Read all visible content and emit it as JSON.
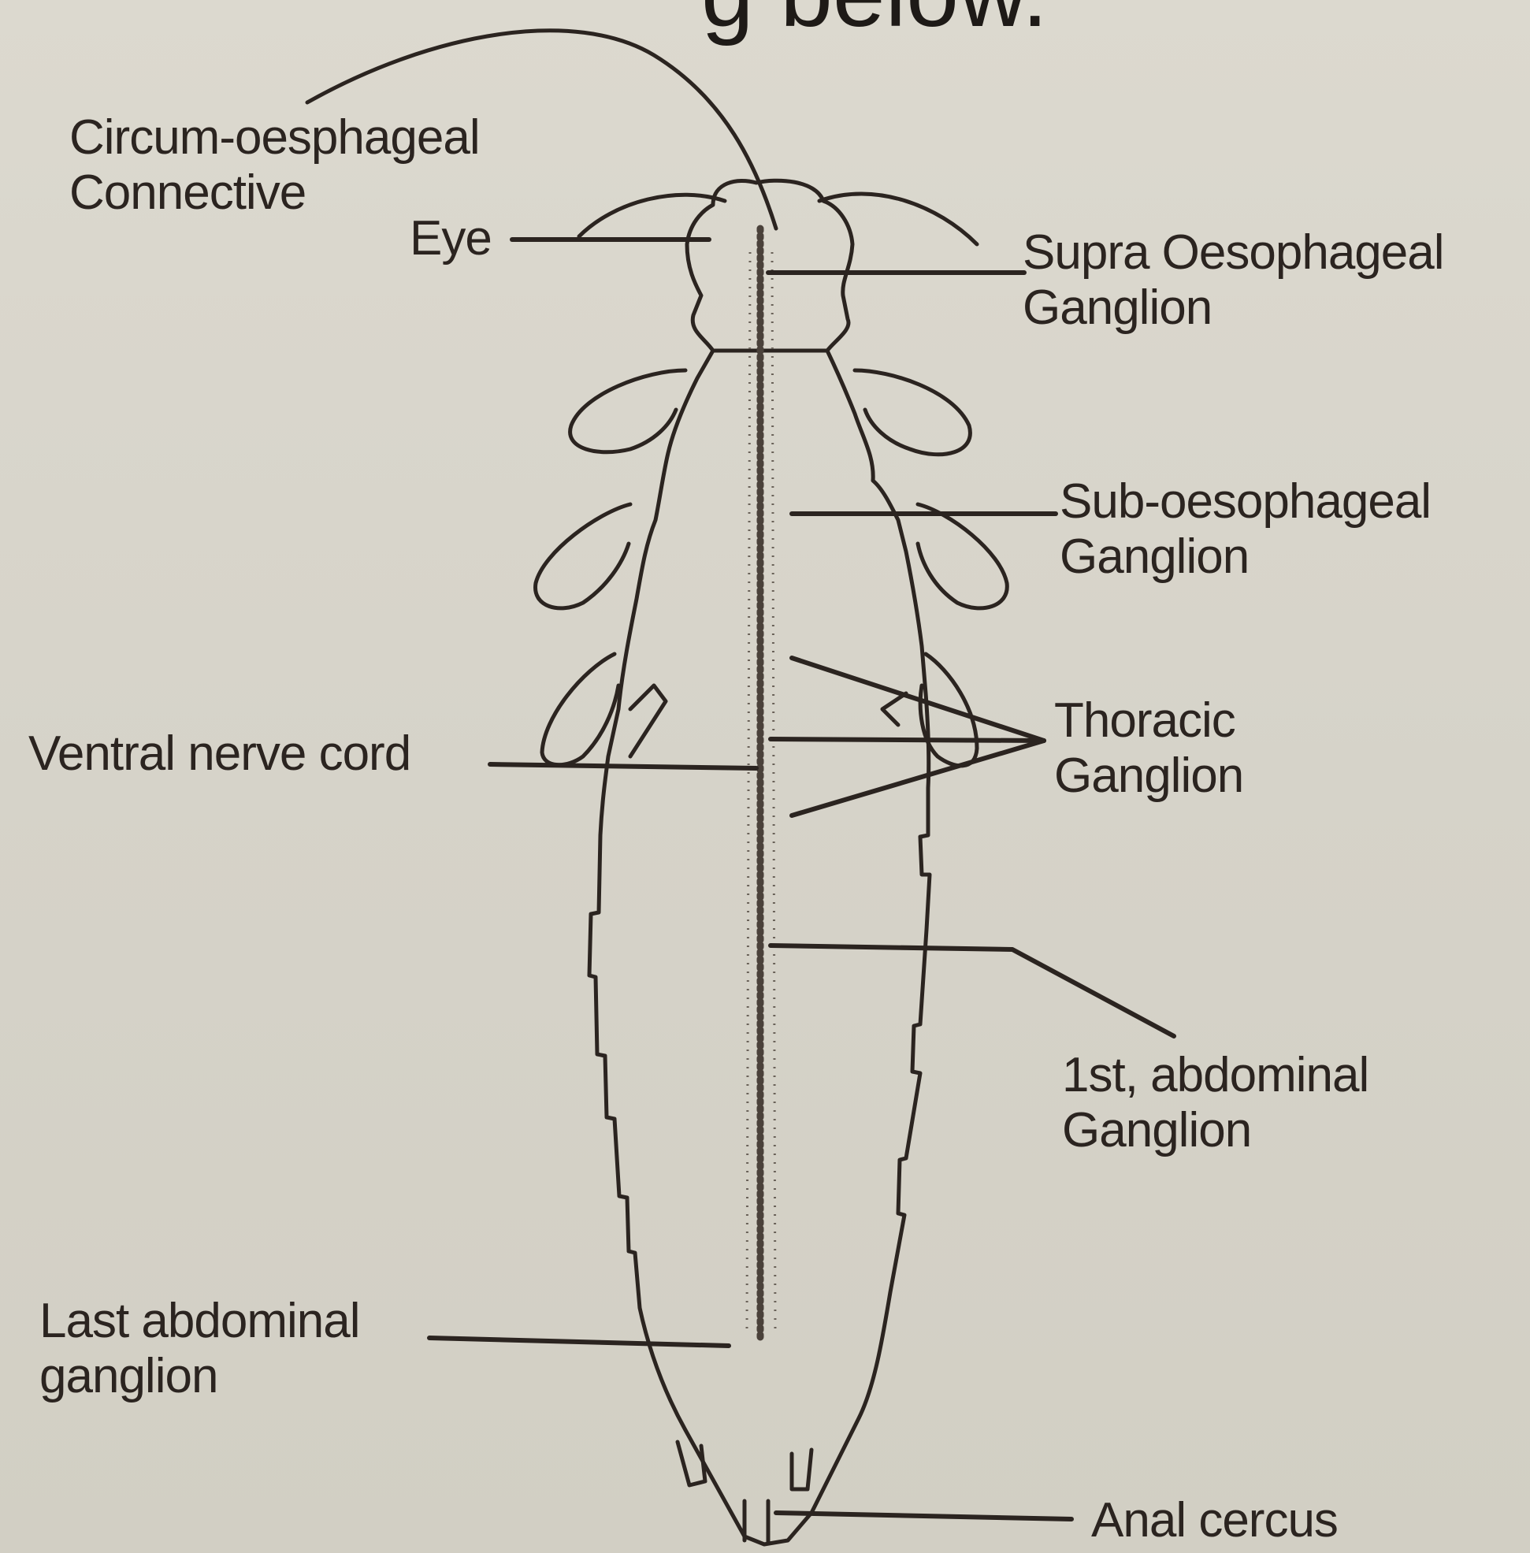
{
  "diagram": {
    "heading_fragment": "g          below.",
    "labels": {
      "circum_line1": "Circum-oesphageal",
      "circum_line2": "Connective",
      "eye": "Eye",
      "supra_line1": "Supra Oesophageal",
      "supra_line2": "Ganglion",
      "sub_line1": "Sub-oesophageal",
      "sub_line2": "Ganglion",
      "thoracic_line1": "Thoracic",
      "thoracic_line2": "Ganglion",
      "ventral": "Ventral nerve cord",
      "first_abd_line1": "1st, abdominal",
      "first_abd_line2": "Ganglion",
      "last_abd_line1": "Last abdominal",
      "last_abd_line2": "ganglion",
      "anal": "Anal cercus"
    },
    "colors": {
      "ink": "#2b2420",
      "paper": "#d9d6cc"
    }
  }
}
